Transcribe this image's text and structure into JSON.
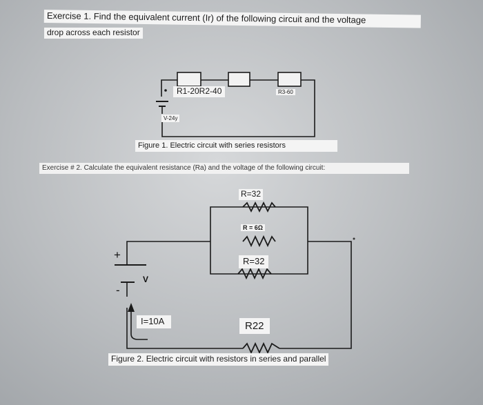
{
  "exercise1": {
    "title": "Exercise 1. Find the equivalent current (Ir) of the following circuit and the voltage",
    "subtitle": "drop across each resistor",
    "resistor_label": "R1-20R2-40",
    "resistor3_label": "R3-60",
    "voltage_label": "V-24y",
    "figure_caption": "Figure 1. Electric circuit with series resistors"
  },
  "exercise2": {
    "title": "Exercise # 2. Calculate the equivalent resistance (Ra) and the voltage of the following circuit:",
    "r_top": "R=32",
    "r_mid": "R = 6Ω",
    "r_low": "R=32",
    "plus_sign": "+",
    "minus_sign": "-",
    "voltage_symbol": "V",
    "current_label": "I=10A",
    "r_series": "R22",
    "figure_caption": "Figure 2. Electric circuit with resistors in series and parallel"
  }
}
